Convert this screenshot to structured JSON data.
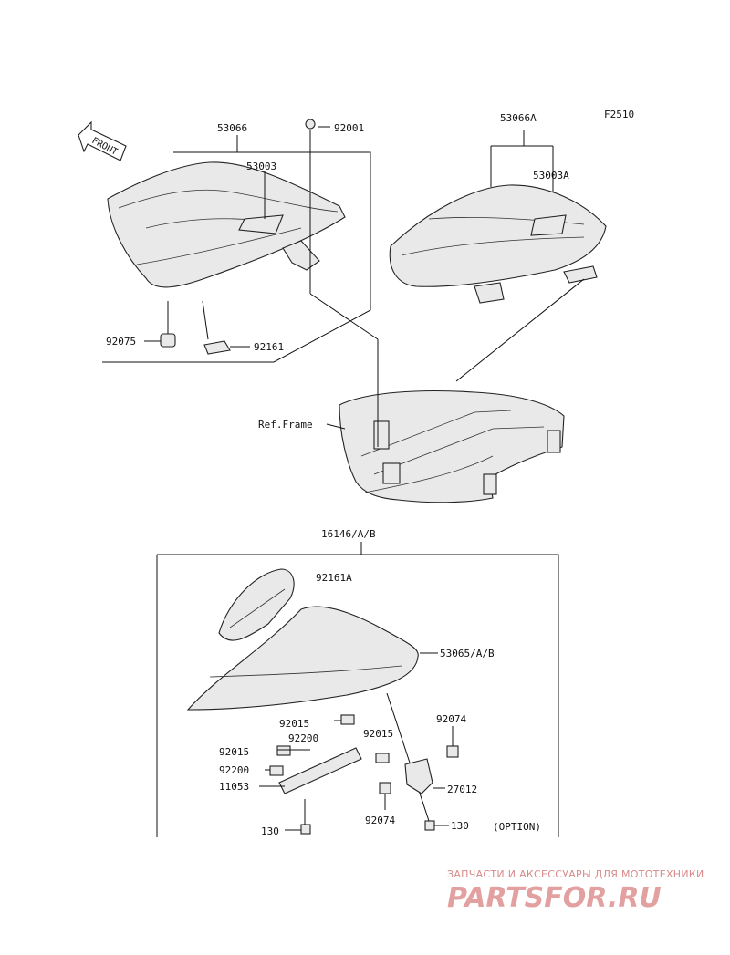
{
  "figure_code": "F2510",
  "front_arrow_label": "FRONT",
  "labels": {
    "p53066": "53066",
    "p92001": "92001",
    "p53003": "53003",
    "p92075": "92075",
    "p92161": "92161",
    "p53066A": "53066A",
    "p53003A": "53003A",
    "ref_frame": "Ref.Frame",
    "p16146": "16146/A/B",
    "p92161A": "92161A",
    "p53065": "53065/A/B",
    "p92015_a": "92015",
    "p92200_a": "92200",
    "p92074_a": "92074",
    "p92015_b": "92015",
    "p92015_c": "92015",
    "p92200_b": "92200",
    "p11053": "11053",
    "p27012": "27012",
    "p92074_b": "92074",
    "p130_a": "130",
    "p130_b": "130",
    "option": "(OPTION)"
  },
  "watermark": {
    "tagline": "ЗАПЧАСТИ И АКСЕССУАРЫ ДЛЯ МОТОТЕХНИКИ",
    "logo": "PARTSFOR.RU"
  }
}
